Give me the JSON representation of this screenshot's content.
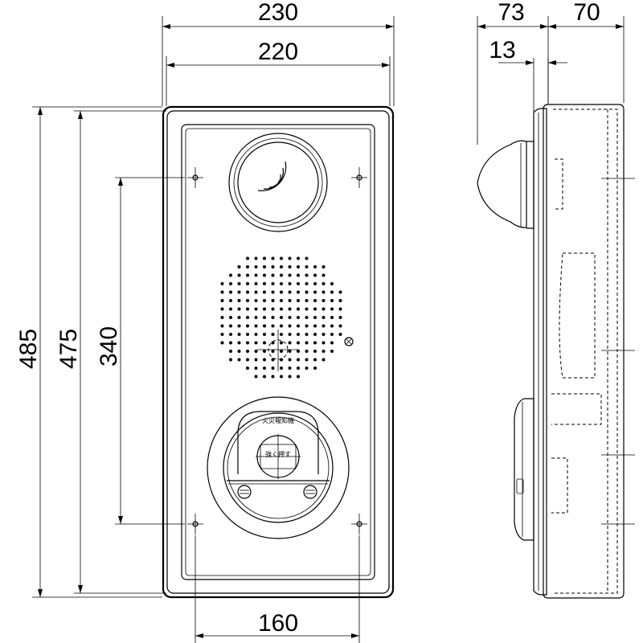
{
  "dimensions": {
    "overall_width": "230",
    "inner_width": "220",
    "side_depth_a": "73",
    "side_depth_b": "70",
    "side_offset": "13",
    "overall_height": "485",
    "inner_height": "475",
    "mount_vertical": "340",
    "mount_horizontal": "160"
  },
  "button_labels": {
    "upper": "火災報知機",
    "lower": "強く押す"
  },
  "icons": {
    "lamp": "sound-wave-lamp-icon",
    "speaker": "speaker-grille-icon",
    "button": "push-button-icon",
    "screw": "screw-icon"
  }
}
